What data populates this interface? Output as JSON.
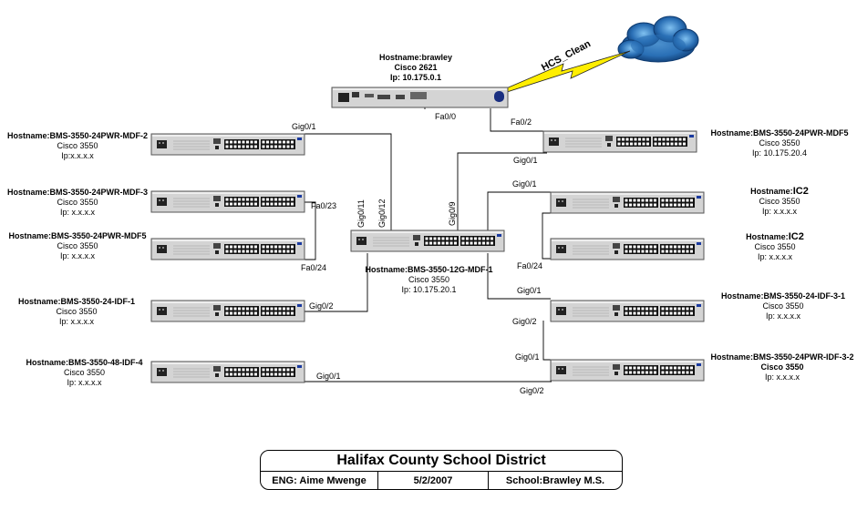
{
  "cloud": {
    "label": "HCS_Clean"
  },
  "router": {
    "hostname": "Hostname:brawley",
    "model": "Cisco 2621",
    "ip": "Ip: 10.175.0.1"
  },
  "devices": {
    "mdf2": {
      "hostname": "Hostname:BMS-3550-24PWR-MDF-2",
      "model": "Cisco 3550",
      "ip": "Ip:x.x.x.x"
    },
    "mdf3": {
      "hostname": "Hostname:BMS-3550-24PWR-MDF-3",
      "model": "Cisco 3550",
      "ip": "Ip: x.x.x.x"
    },
    "mdf5left": {
      "hostname": "Hostname:BMS-3550-24PWR-MDF5",
      "model": "Cisco 3550",
      "ip": "Ip: x.x.x.x"
    },
    "idf1": {
      "hostname": "Hostname:BMS-3550-24-IDF-1",
      "model": "Cisco 3550",
      "ip": "Ip: x.x.x.x"
    },
    "idf4": {
      "hostname": "Hostname:BMS-3550-48-IDF-4",
      "model": "Cisco 3550",
      "ip": "Ip: x.x.x.x"
    },
    "core": {
      "hostname": "Hostname:BMS-3550-12G-MDF-1",
      "model": "Cisco 3550",
      "ip": "Ip: 10.175.20.1"
    },
    "mdf5right": {
      "hostname": "Hostname:BMS-3550-24PWR-MDF5",
      "model": "Cisco 3550",
      "ip": "Ip: 10.175.20.4"
    },
    "ic2a": {
      "hostname_prefix": "Hostname:",
      "hostname_suffix": "IC2",
      "model": "Cisco 3550",
      "ip": "Ip: x.x.x.x"
    },
    "ic2b": {
      "hostname_prefix": "Hostname:",
      "hostname_suffix": "IC2",
      "model": "Cisco 3550",
      "ip": "Ip: x.x.x.x"
    },
    "idf31": {
      "hostname": "Hostname:BMS-3550-24-IDF-3-1",
      "model": "Cisco 3550",
      "ip": "Ip: x.x.x.x"
    },
    "idf32": {
      "hostname": "Hostname:BMS-3550-24PWR-IDF-3-2",
      "model": "Cisco 3550",
      "ip": "Ip: x.x.x.x"
    }
  },
  "ports": {
    "router_fa00": "Fa0/0",
    "router_fa02": "Fa0/2",
    "mdf2_gig01": "Gig0/1",
    "mdf3_fa023": "Fa0/23",
    "mdf5left_fa024": "Fa0/24",
    "idf1_gig02": "Gig0/2",
    "idf4_gig01": "Gig0/1",
    "core_gig011": "Gig0/11",
    "core_gig012": "Gig0/12",
    "core_gig09": "Gig0/9",
    "mdf5right_gig01": "Gig0/1",
    "ic2_gig01": "Gig0/1",
    "ic2_fa024": "Fa0/24",
    "idf31_gig01": "Gig0/1",
    "idf31_gig02": "Gig0/2",
    "idf32_gig01": "Gig0/1",
    "idf32_gig02": "Gig0/2"
  },
  "title_block": {
    "title": "Halifax County School District",
    "engineer": "ENG: Aime Mwenge",
    "date": "5/2/2007",
    "school": "School:Brawley M.S."
  },
  "colors": {
    "device_body": "#d4d4d4",
    "port_block": "#111111",
    "cloud": "#2a6fb5",
    "lightning": "#ffee00"
  }
}
